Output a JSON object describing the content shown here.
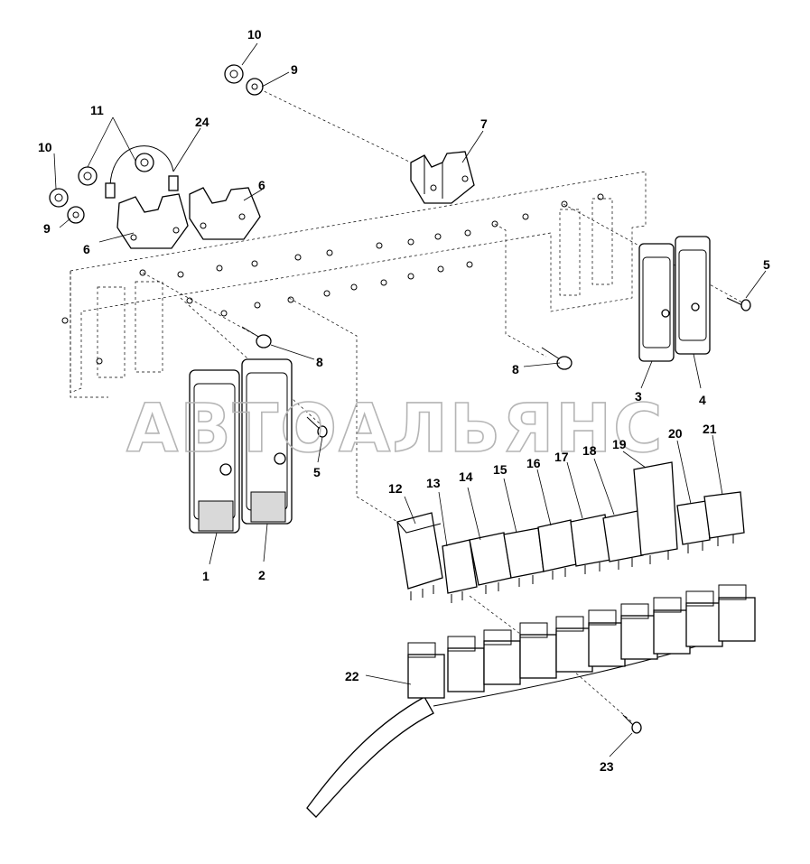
{
  "watermark": "АВТОАЛЬЯНС",
  "labels": {
    "l1": "1",
    "l2": "2",
    "l3": "3",
    "l4": "4",
    "l5a": "5",
    "l5b": "5",
    "l6a": "6",
    "l6b": "6",
    "l7": "7",
    "l8a": "8",
    "l8b": "8",
    "l9a": "9",
    "l9b": "9",
    "l10a": "10",
    "l10b": "10",
    "l11": "11",
    "l12": "12",
    "l13": "13",
    "l14": "14",
    "l15": "15",
    "l16": "16",
    "l17": "17",
    "l18": "18",
    "l19": "19",
    "l20": "20",
    "l21": "21",
    "l22": "22",
    "l23": "23",
    "l24": "24"
  }
}
